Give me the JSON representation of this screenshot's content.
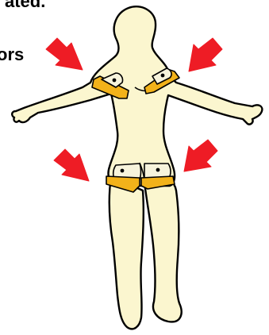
{
  "captions": {
    "top_fragment": "ated.",
    "side_fragment": "ors"
  },
  "colors": {
    "body_fill": "#fbf6cf",
    "outline": "#000000",
    "sensor_strap": "#f2b21a",
    "sensor_pad": "#f7f4dc",
    "arrow": "#ee1c25"
  },
  "sensors": [
    {
      "location": "left-shoulder"
    },
    {
      "location": "right-shoulder"
    },
    {
      "location": "left-hip"
    },
    {
      "location": "right-hip"
    }
  ],
  "arrows": [
    {
      "target": "left-shoulder"
    },
    {
      "target": "right-shoulder"
    },
    {
      "target": "left-hip"
    },
    {
      "target": "right-hip"
    }
  ]
}
